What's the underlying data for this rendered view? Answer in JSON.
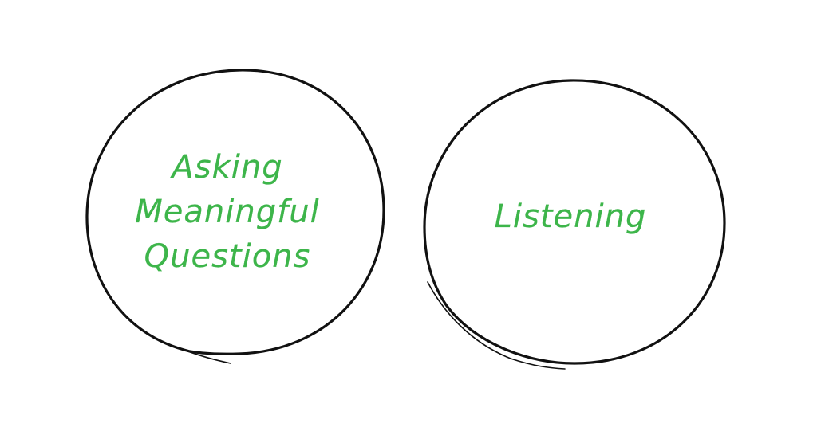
{
  "diagram": {
    "circles": [
      {
        "id": "left",
        "lines": [
          "Asking",
          "Meaningful",
          "Questions"
        ]
      },
      {
        "id": "right",
        "lines": [
          "Listening"
        ]
      }
    ],
    "colors": {
      "stroke": "#111111",
      "text": "#3db54a",
      "background": "#ffffff"
    }
  }
}
